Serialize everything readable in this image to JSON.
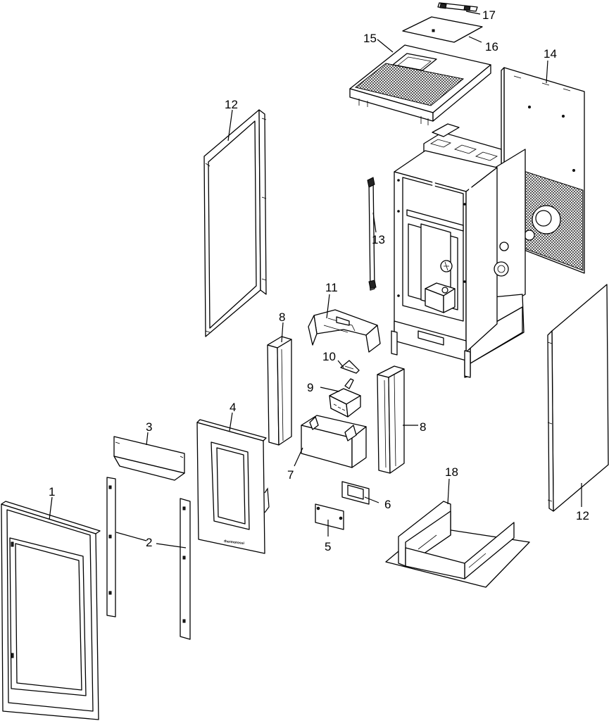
{
  "diagram": {
    "callouts": [
      {
        "id": "c1",
        "label": "1"
      },
      {
        "id": "c2",
        "label": "2"
      },
      {
        "id": "c3",
        "label": "3"
      },
      {
        "id": "c4",
        "label": "4"
      },
      {
        "id": "c5",
        "label": "5"
      },
      {
        "id": "c6",
        "label": "6"
      },
      {
        "id": "c7",
        "label": "7"
      },
      {
        "id": "c8a",
        "label": "8"
      },
      {
        "id": "c8b",
        "label": "8"
      },
      {
        "id": "c9",
        "label": "9"
      },
      {
        "id": "c10",
        "label": "10"
      },
      {
        "id": "c11",
        "label": "11"
      },
      {
        "id": "c12a",
        "label": "12"
      },
      {
        "id": "c12b",
        "label": "12"
      },
      {
        "id": "c13",
        "label": "13"
      },
      {
        "id": "c14",
        "label": "14"
      },
      {
        "id": "c15",
        "label": "15"
      },
      {
        "id": "c16",
        "label": "16"
      },
      {
        "id": "c17",
        "label": "17"
      },
      {
        "id": "c18",
        "label": "18"
      }
    ],
    "door_logo_text": "thermorossi"
  }
}
